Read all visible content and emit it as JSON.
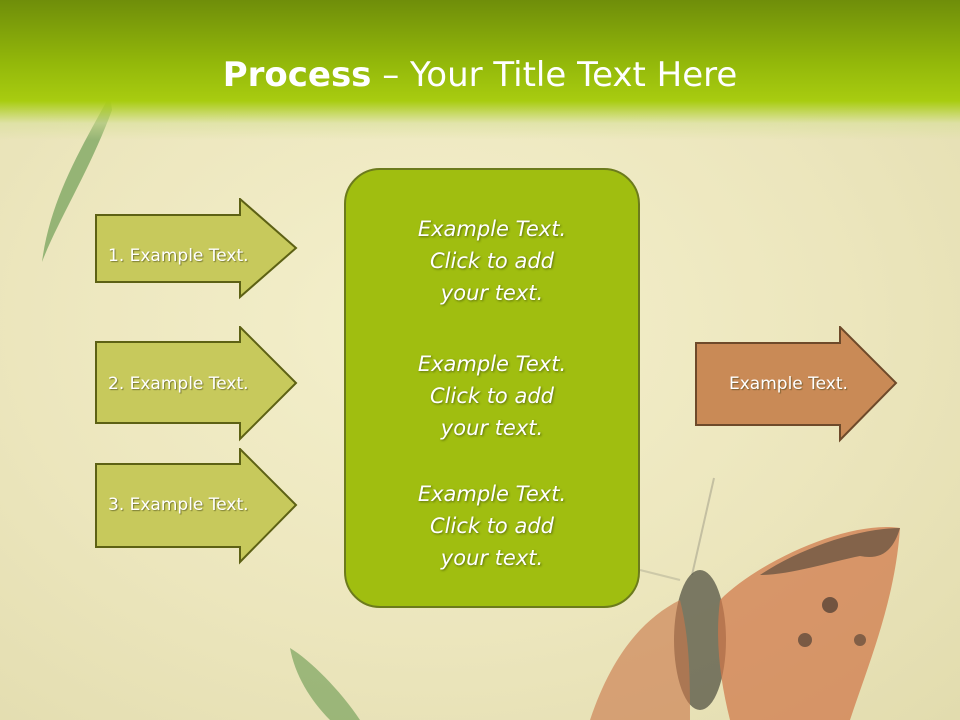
{
  "slide": {
    "title_bold": "Process",
    "title_rest": " – Your Title Text Here"
  },
  "inputs": [
    {
      "label": "1. Example Text."
    },
    {
      "label": "2. Example Text."
    },
    {
      "label": "3. Example Text."
    }
  ],
  "center": {
    "paragraphs": [
      {
        "line1": "Example Text.",
        "line2": "Click  to add",
        "line3": "your text."
      },
      {
        "line1": "Example Text.",
        "line2": "Click  to add",
        "line3": "your text."
      },
      {
        "line1": "Example Text.",
        "line2": "Click  to add",
        "line3": "your text."
      }
    ]
  },
  "output": {
    "label": "Example Text."
  },
  "colors": {
    "header_green": "#a8cc10",
    "input_arrow_fill": "#c7c95c",
    "input_arrow_border": "#5d6114",
    "center_box_fill": "#a0be10",
    "output_arrow_fill": "#c98a56",
    "output_arrow_border": "#6e4a2a"
  }
}
